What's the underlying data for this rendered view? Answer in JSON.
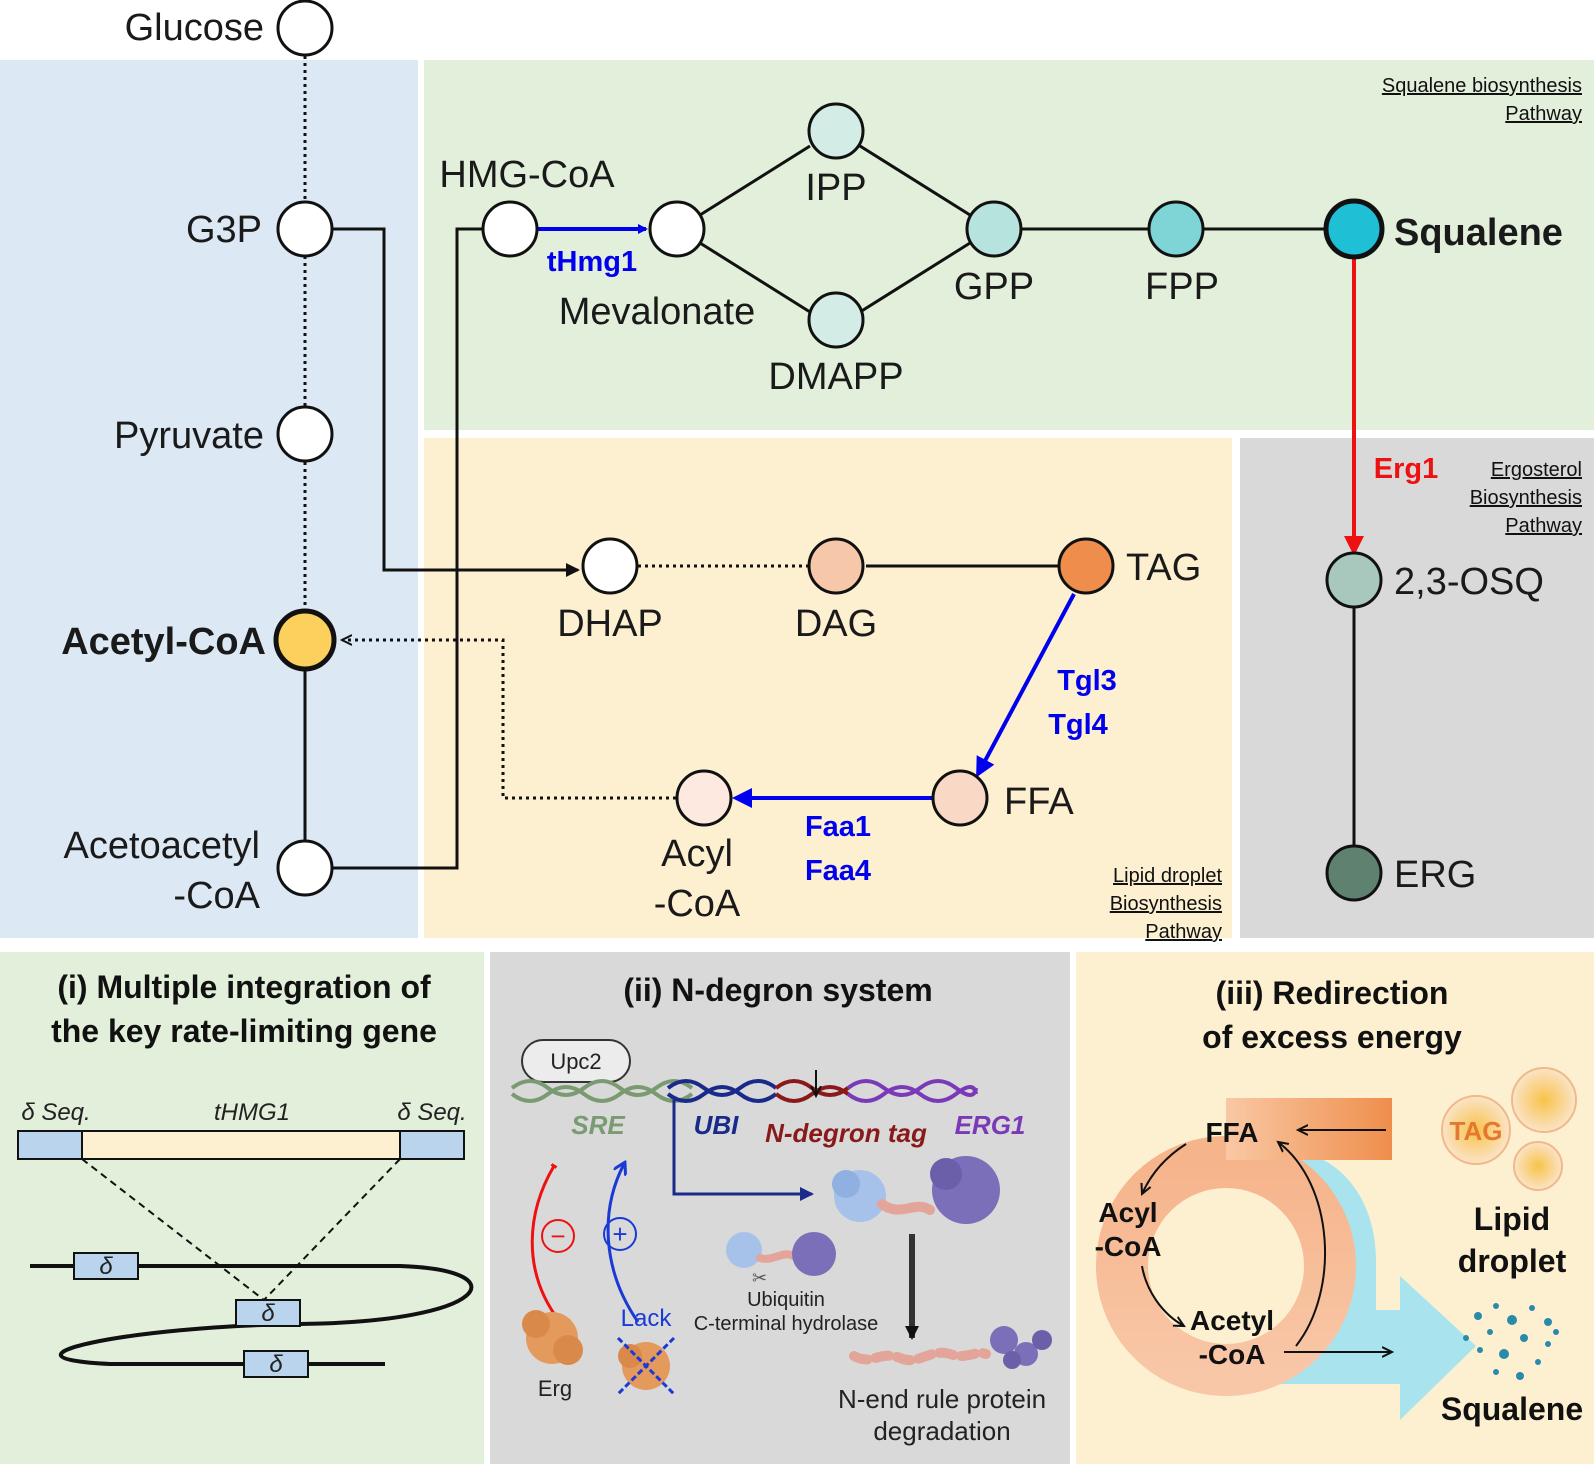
{
  "metabolites": {
    "glucose": "Glucose",
    "g3p": "G3P",
    "pyruvate": "Pyruvate",
    "acetyl_coa": "Acetyl-CoA",
    "acetoacetyl_1": "Acetoacetyl",
    "acetoacetyl_2": "-CoA",
    "hmg_coa": "HMG-CoA",
    "mevalonate": "Mevalonate",
    "ipp": "IPP",
    "dmapp": "DMAPP",
    "gpp": "GPP",
    "fpp": "FPP",
    "squalene": "Squalene",
    "dhap": "DHAP",
    "dag": "DAG",
    "tag": "TAG",
    "ffa": "FFA",
    "acyl_1": "Acyl",
    "acyl_2": "-CoA",
    "osq": "2,3-OSQ",
    "erg": "ERG"
  },
  "enzymes": {
    "thmg1": "tHmg1",
    "erg1": "Erg1",
    "tgl3": "Tgl3",
    "tgl4": "Tgl4",
    "faa1": "Faa1",
    "faa4": "Faa4"
  },
  "regions": {
    "squalene_1": "Squalene biosynthesis",
    "squalene_2": "Pathway",
    "ergosterol_1": "Ergosterol",
    "ergosterol_2": "Biosynthesis",
    "ergosterol_3": "Pathway",
    "lipid_1": "Lipid droplet",
    "lipid_2": "Biosynthesis",
    "lipid_3": "Pathway"
  },
  "panel_i": {
    "title_1": "(i) Multiple integration of",
    "title_2": "the key rate-limiting gene",
    "delta_seq_left": "δ Seq.",
    "delta_seq_right": "δ Seq.",
    "gene": "tHMG1",
    "delta": "δ"
  },
  "panel_ii": {
    "title": "(ii) N-degron system",
    "upc2": "Upc2",
    "sre": "SRE",
    "ubi": "UBI",
    "ndegron": "N-degron tag",
    "erg1": "ERG1",
    "minus": "−",
    "plus": "+",
    "erg": "Erg",
    "lack": "Lack",
    "hydrolase_1": "Ubiquitin",
    "hydrolase_2": "C-terminal hydrolase",
    "degradation_1": "N-end rule protein",
    "degradation_2": "degradation"
  },
  "panel_iii": {
    "title_1": "(iii) Redirection",
    "title_2": "of excess energy",
    "ffa": "FFA",
    "acyl_1": "Acyl",
    "acyl_2": "-CoA",
    "acetyl_1": "Acetyl",
    "acetyl_2": "-CoA",
    "tag": "TAG",
    "lipid_1": "Lipid",
    "lipid_2": "droplet",
    "squalene": "Squalene"
  },
  "colors": {
    "blue_region": "#dce8f4",
    "green_region": "#e2efda",
    "yellow_region": "#fdf0d1",
    "gray_region": "#d9d9d9",
    "enzyme_blue": "#0000ee",
    "enzyme_red": "#ee1111",
    "acetyl_coa_node": "#fcd05c",
    "squalene_node": "#1fbfd6",
    "tag_node": "#ef8e4c"
  }
}
